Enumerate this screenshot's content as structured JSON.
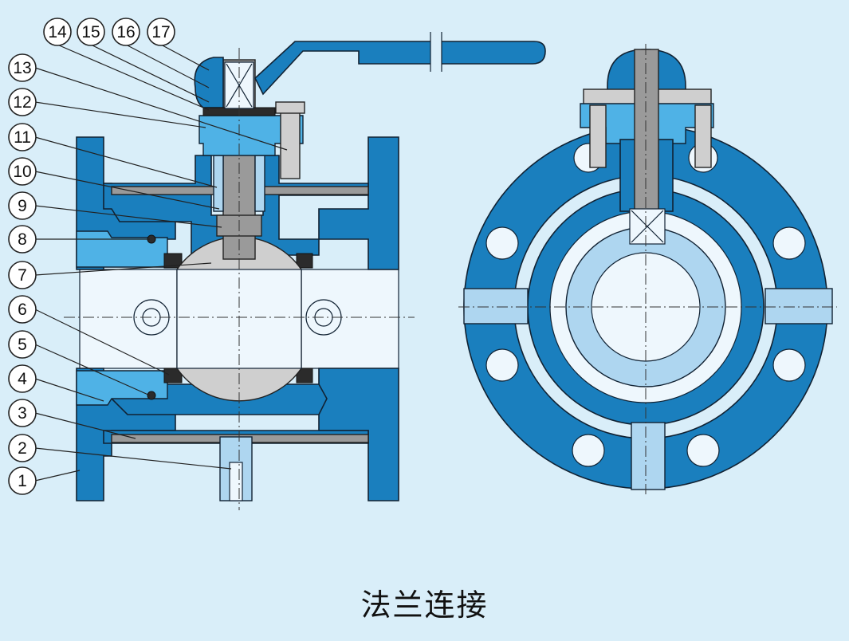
{
  "caption": "法兰连接",
  "callouts": [
    {
      "label": "1"
    },
    {
      "label": "2"
    },
    {
      "label": "3"
    },
    {
      "label": "4"
    },
    {
      "label": "5"
    },
    {
      "label": "6"
    },
    {
      "label": "7"
    },
    {
      "label": "8"
    },
    {
      "label": "9"
    },
    {
      "label": "10"
    },
    {
      "label": "11"
    },
    {
      "label": "12"
    },
    {
      "label": "13"
    },
    {
      "label": "14"
    },
    {
      "label": "15"
    },
    {
      "label": "16"
    },
    {
      "label": "17"
    }
  ],
  "colors": {
    "background": "#d9eef9",
    "body": "#1a7fbe",
    "inner_light": "#aed6f0",
    "bolt_cyan": "#4fb2e6",
    "stem_grey": "#9a9a9a",
    "ball_grey": "#cfcfcf"
  }
}
